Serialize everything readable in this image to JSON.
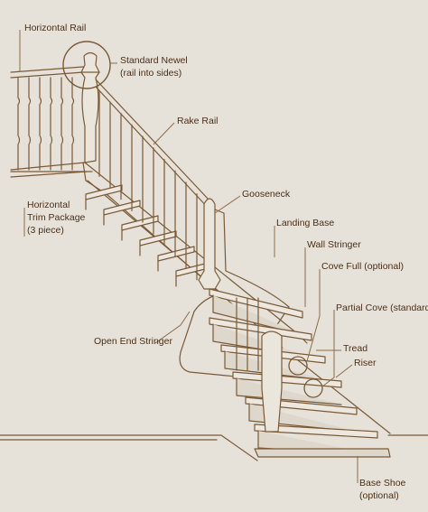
{
  "colors": {
    "background": "#e6e2da",
    "wood_line": "#7a5a36",
    "leader_line": "#8d6c46",
    "label_text": "#4a2f17",
    "tread_fill": "#ece8e0",
    "riser_fill": "#ddd7cc",
    "rail_fill": "#ebe6dc"
  },
  "labels": {
    "horizontal_rail": "Horizontal Rail",
    "standard_newel_line1": "Standard Newel",
    "standard_newel_line2": "(rail into sides)",
    "rake_rail": "Rake Rail",
    "horizontal_trim_line1": "Horizontal",
    "horizontal_trim_line2": "Trim Package",
    "horizontal_trim_line3": "(3 piece)",
    "gooseneck": "Gooseneck",
    "landing_base": "Landing Base",
    "wall_stringer": "Wall Stringer",
    "cove_full": "Cove Full (optional)",
    "partial_cove": "Partial Cove (standard)",
    "open_end_stringer": "Open End Stringer",
    "tread": "Tread",
    "riser": "Riser",
    "base_shoe_line1": "Base Shoe",
    "base_shoe_line2": "(optional)"
  }
}
